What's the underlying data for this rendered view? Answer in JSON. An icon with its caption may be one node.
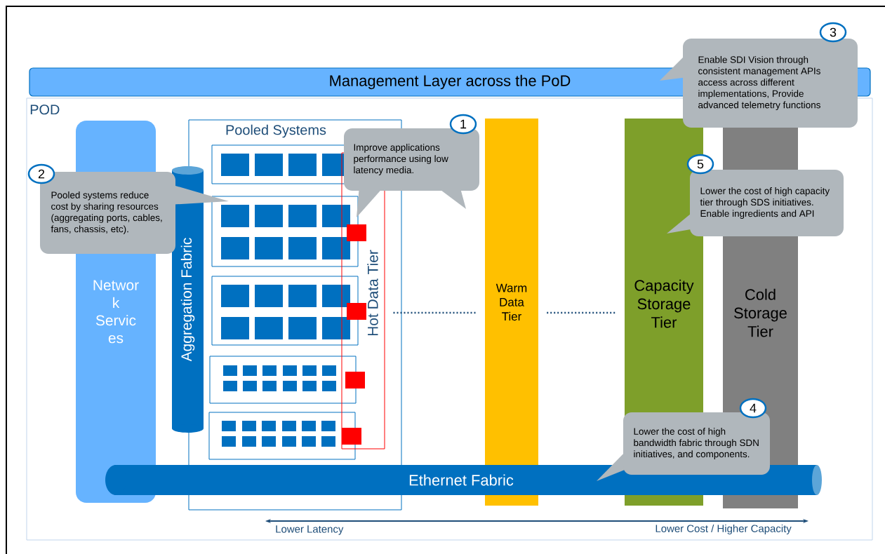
{
  "diagram": {
    "nodes": [
      {
        "text": [
          "Management Layer across the PoD"
        ]
      },
      {
        "text": [
          "POD"
        ]
      },
      {
        "text": [
          "Networ k Servic es"
        ],
        "in": 1
      },
      {
        "text": [
          "Pooled Systems"
        ],
        "in": 1
      },
      {
        "text": [
          "Aggregation Fabric"
        ],
        "in": 1
      },
      {
        "text": [
          "Hot Data Tier"
        ],
        "in": 3
      },
      {
        "text": [
          "Warm Data Tier"
        ],
        "in": 1
      },
      {
        "text": [
          "Capacity Storage Tier"
        ],
        "in": 1
      },
      {
        "text": [
          "Cold Storage Tier"
        ],
        "in": 1
      },
      {
        "text": [
          "Ethernet Fabric"
        ],
        "in": 1
      },
      {
        "text": [
          "Enable SDI Vision through consistent management APIs access across different implementations, Provide advanced telemetry functions"
        ],
        "beside": [
          "3"
        ]
      },
      {
        "text": [
          "Improve applications performance using low latency media."
        ],
        "beside": [
          "1"
        ],
        "in": 1
      },
      {
        "text": [
          "Pooled systems reduce cost by sharing resources (aggregating ports, cables, fans, chassis, etc)."
        ],
        "beside": [
          "2"
        ],
        "in": 1
      },
      {
        "text": [
          "Lower the cost of high capacity tier through SDS initiatives. Enable ingredients and API"
        ],
        "beside": [
          "5"
        ],
        "in": 1
      },
      {
        "text": [
          "Lower the cost of high bandwidth fabric through SDN initiatives, and components."
        ],
        "beside": [
          "4"
        ],
        "in": 1
      }
    ],
    "edges": [
      {
        "from": 5,
        "to": 6,
        "arrow": "none",
        "style": "dashed"
      },
      {
        "from": 6,
        "to": 7,
        "arrow": "none",
        "style": "dashed"
      }
    ],
    "labels": [
      "Lower Latency",
      "Lower Cost / Higher Capacity"
    ]
  }
}
